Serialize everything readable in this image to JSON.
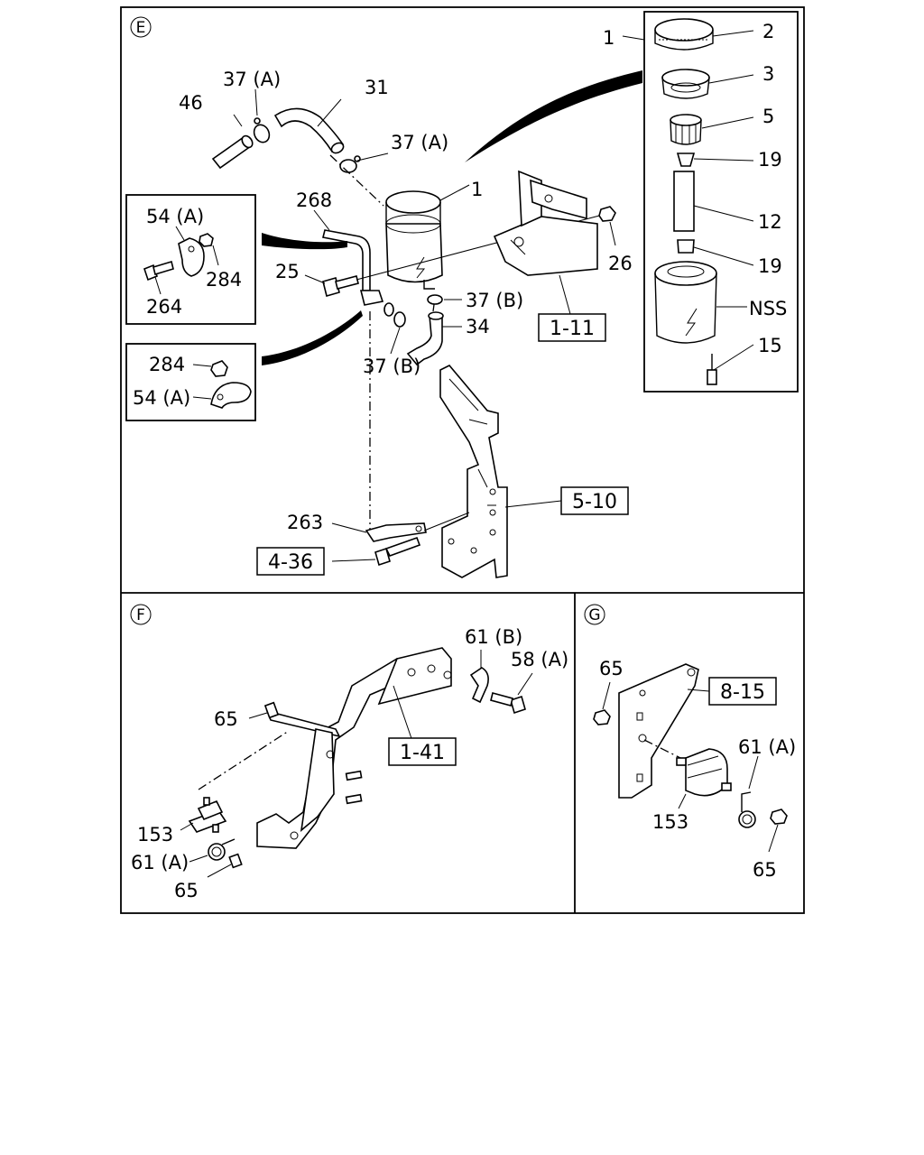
{
  "sections": {
    "e": {
      "marker": "E"
    },
    "f": {
      "marker": "F"
    },
    "g": {
      "marker": "G"
    }
  },
  "labels": {
    "e": {
      "l1a": "1",
      "l2": "2",
      "l3": "3",
      "l5": "5",
      "l19a": "19",
      "l12": "12",
      "l19b": "19",
      "lnss": "NSS",
      "l15": "15",
      "l37a1": "37 (A)",
      "l31": "31",
      "l46": "46",
      "l37a2": "37 (A)",
      "l268": "268",
      "l1b": "1",
      "l26": "26",
      "l25": "25",
      "l37b1": "37 (B)",
      "l34": "34",
      "l37b2": "37 (B)",
      "l54a1": "54 (A)",
      "l284a": "284",
      "l264": "264",
      "l284b": "284",
      "l54a2": "54 (A)",
      "l263": "263"
    },
    "f": {
      "l61b": "61 (B)",
      "l58a": "58 (A)",
      "l65a": "65",
      "l153": "153",
      "l61a": "61 (A)",
      "l65b": "65"
    },
    "g": {
      "l65a": "65",
      "l61a": "61 (A)",
      "l153": "153",
      "l65b": "65"
    }
  },
  "references": {
    "r1_11": "1-11",
    "r5_10": "5-10",
    "r4_36": "4-36",
    "r1_41": "1-41",
    "r8_15": "8-15"
  }
}
